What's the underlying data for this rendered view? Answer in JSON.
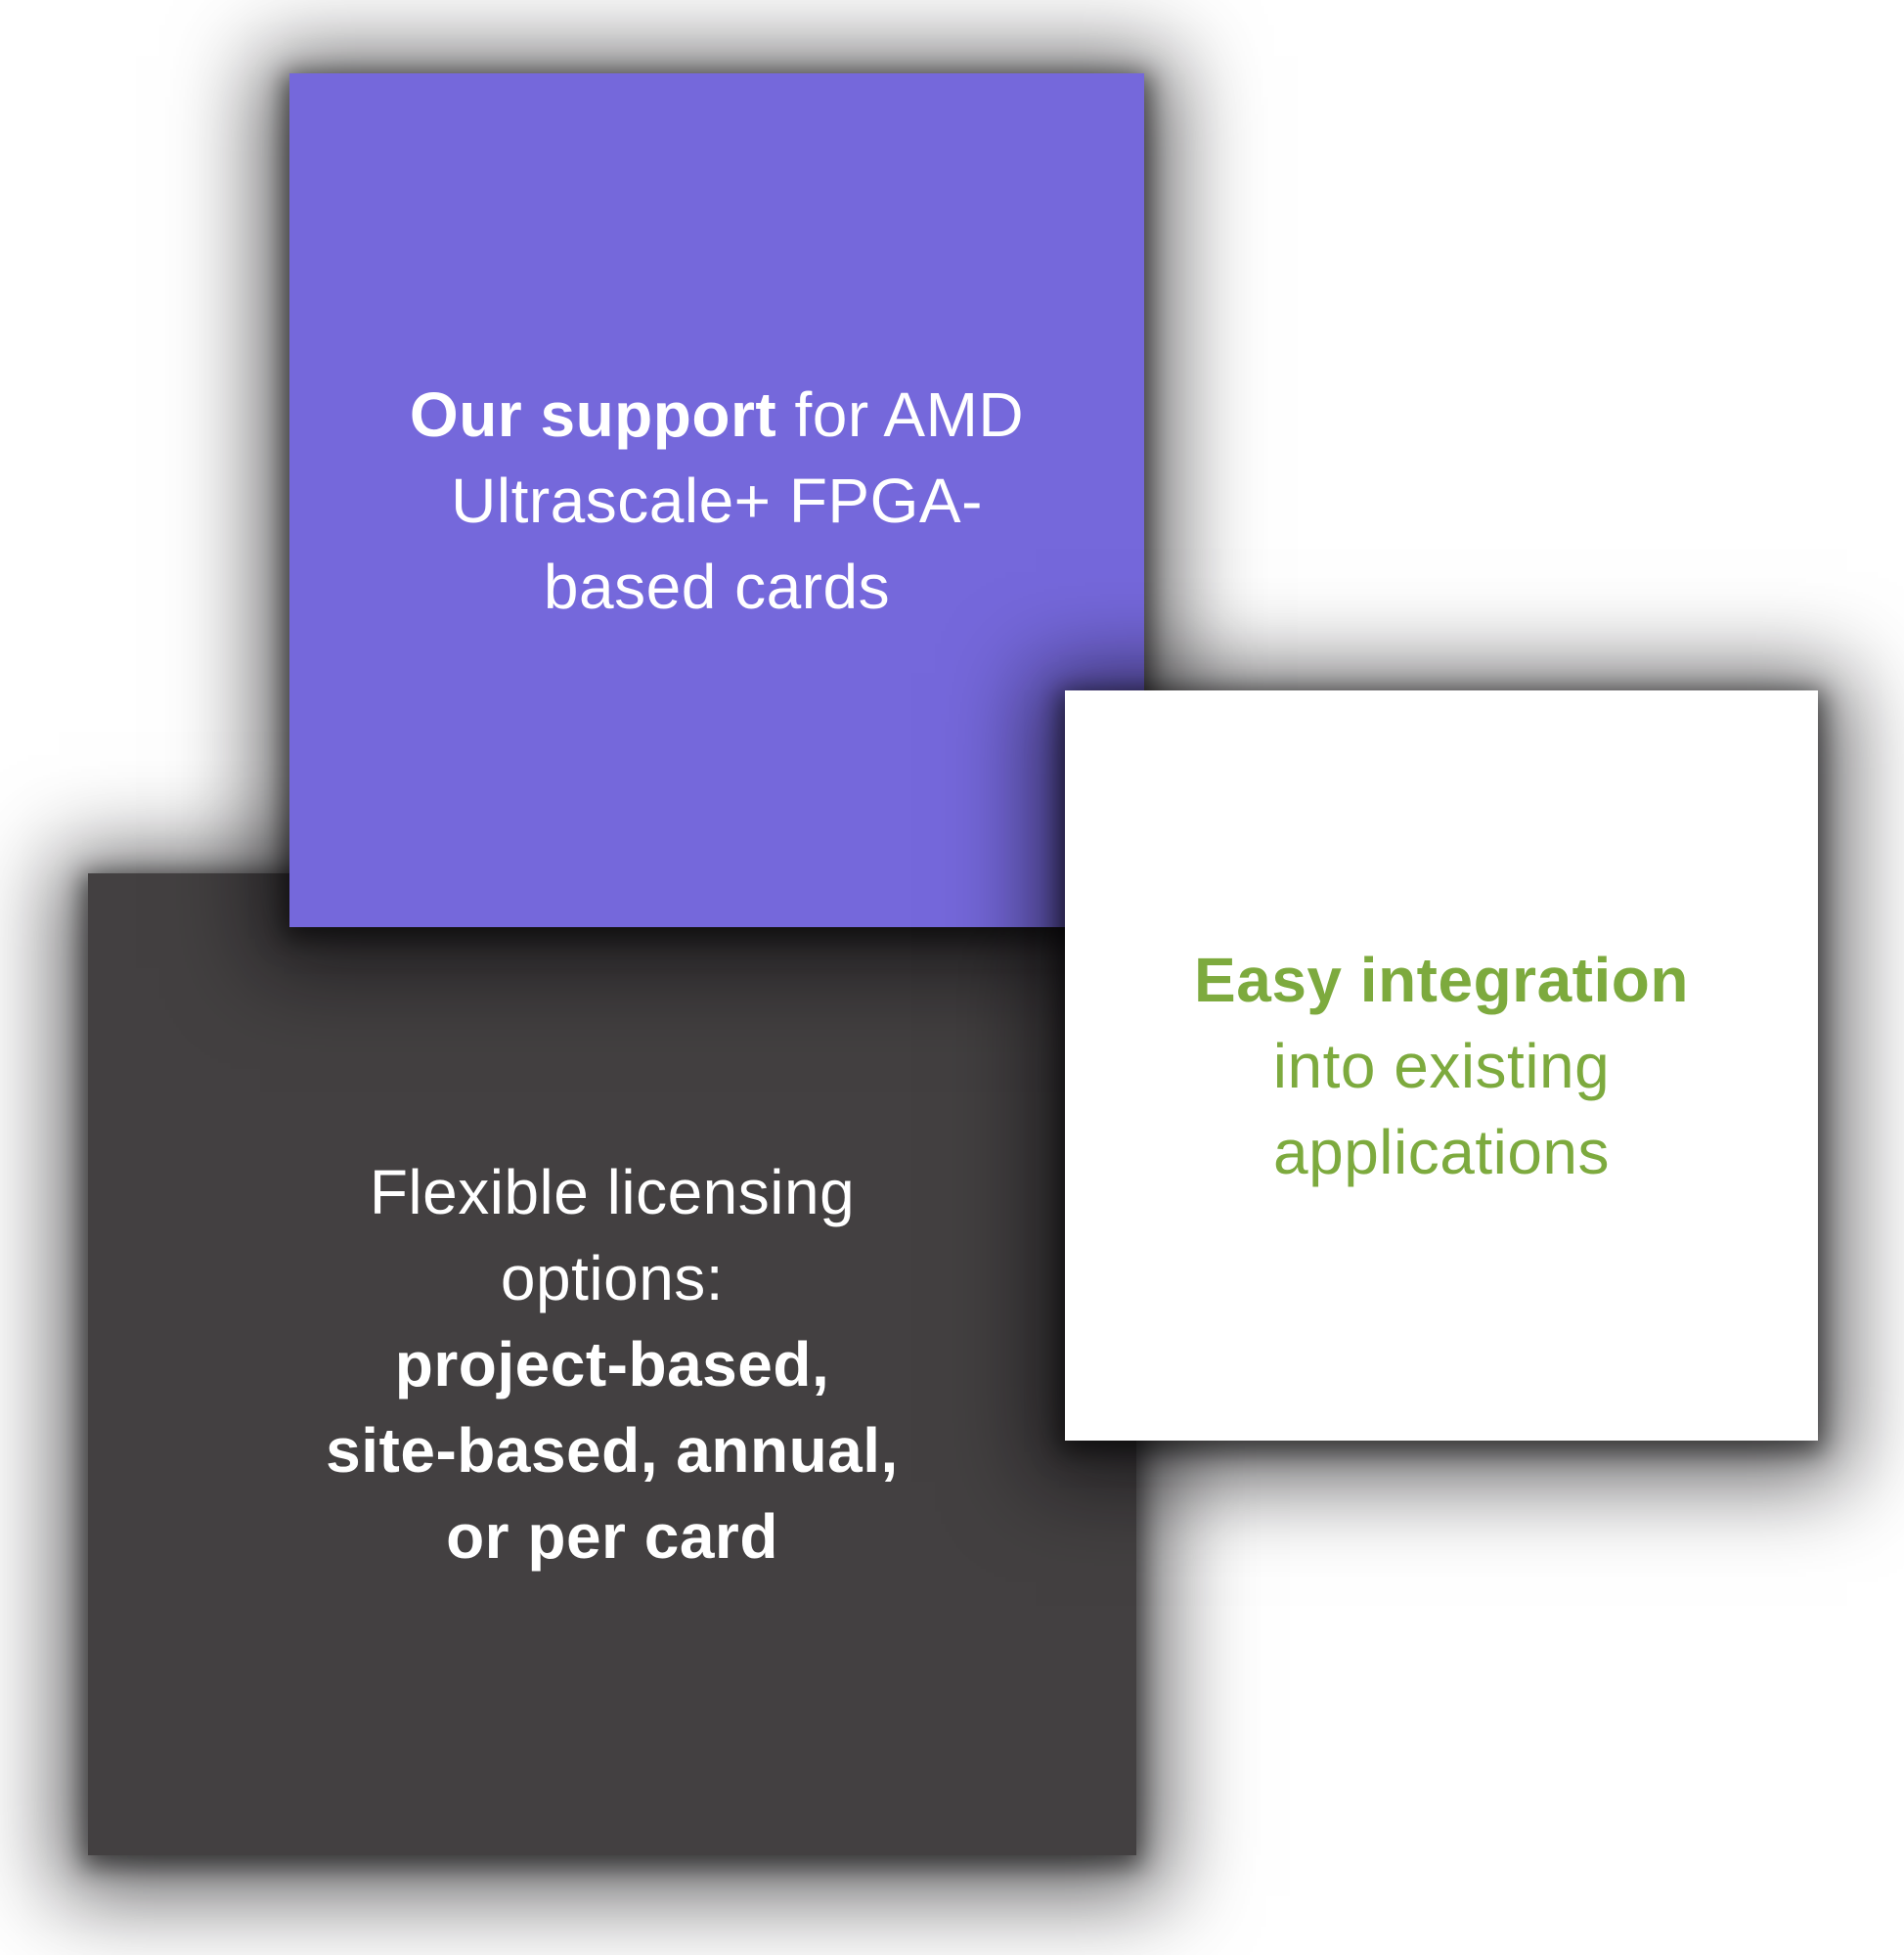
{
  "page": {
    "background": "#ffffff"
  },
  "colors": {
    "page-bg": "#ffffff",
    "purple-card-bg": "#7568db",
    "dark-card-bg": "#434041",
    "white-card-bg": "#ffffff",
    "green-text": "#7daa3e",
    "light-text": "#ffffff",
    "shadow": "#000000"
  },
  "cards": {
    "support": {
      "line1_bold": "Our support",
      "line1_rest": " for AMD",
      "line2": "Ultrascale+ FPGA-",
      "line3": "based cards"
    },
    "licensing": {
      "line1": "Flexible licensing",
      "line2": "options:",
      "line3_bold": "project-based,",
      "line4_bold": "site-based, annual,",
      "line5_bold": "or per card"
    },
    "integration": {
      "line1_bold": "Easy integration",
      "line2": "into existing",
      "line3": "applications"
    }
  }
}
